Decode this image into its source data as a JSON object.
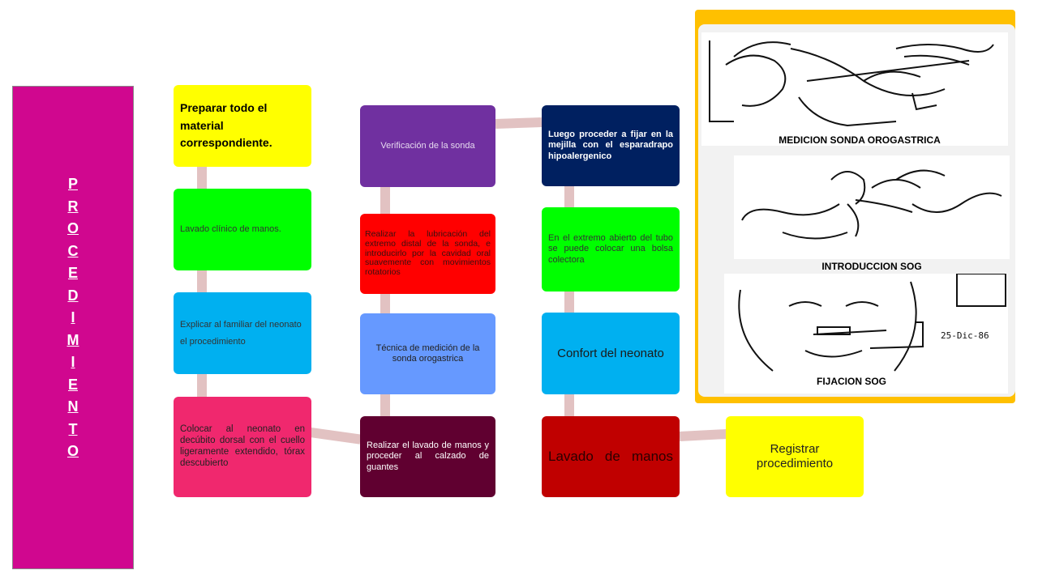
{
  "sidebar": {
    "letters": [
      "P",
      "R",
      "O",
      "C",
      "E",
      "D",
      "I",
      "M",
      "I",
      "E",
      "N",
      "T",
      "O"
    ],
    "color": "#d0078f"
  },
  "steps": {
    "preparar": "Preparar todo el material correspondiente.",
    "lavado_clinico": "Lavado clínico de manos.",
    "explicar": "Explicar al familiar del neonato el procedimiento",
    "colocar": "Colocar al neonato en decúbito dorsal con el cuello ligeramente extendido, tórax descubierto",
    "verificacion": "Verificación de la sonda",
    "lubricacion": "Realizar la lubricación del extremo distal de la sonda, e introducirlo por la cavidad oral suavemente con movimientos rotatorios",
    "tecnica": "Técnica de medición de la sonda orogastrica",
    "realizar_lavado": "Realizar el lavado de manos y proceder al calzado de guantes",
    "fijar": "Luego proceder a fijar en la mejilla con el esparadrapo hipoalergenico",
    "extremo": "En el extremo abierto del tubo se puede colocar una bolsa colectora",
    "confort": "Confort del neonato",
    "lavado_manos": "Lavado de manos",
    "registrar": "Registrar procedimiento"
  },
  "figures": {
    "medicion": "MEDICION SONDA OROGASTRICA",
    "introduccion": "INTRODUCCION SOG",
    "fijacion": "FIJACION SOG",
    "tape_date": "25-Dic-86"
  },
  "colors": {
    "yellow": "#ffff00",
    "green": "#00ff00",
    "cyan": "#00b0f0",
    "pink": "#f0286e",
    "purple": "#7030a0",
    "red": "#ff0000",
    "blue": "#6699ff",
    "maroon": "#600030",
    "navy": "#002060",
    "darkred": "#c00000",
    "connector": "#e2c2c2",
    "frame": "#ffc000"
  }
}
